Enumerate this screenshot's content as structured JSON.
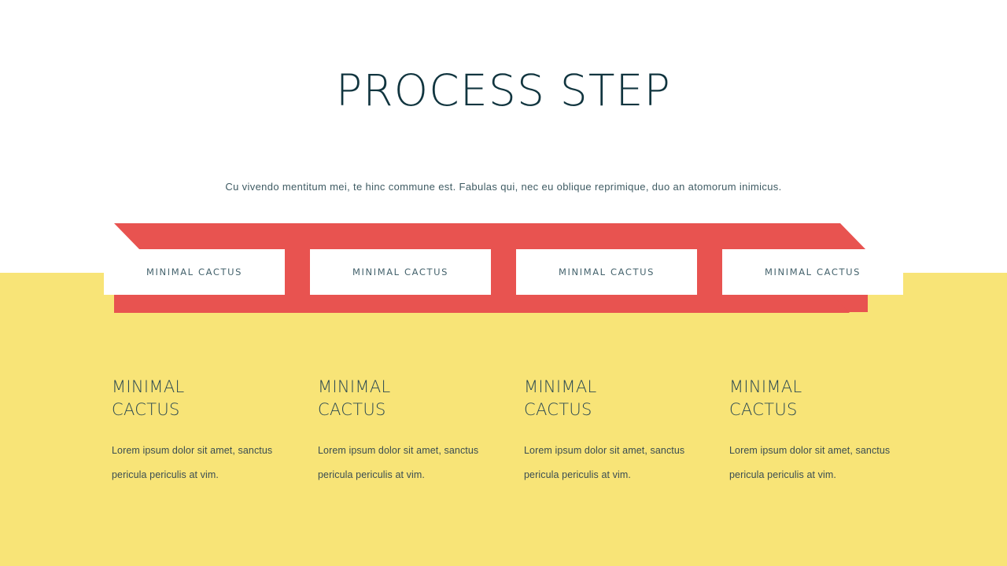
{
  "slide": {
    "title": "PROCESS STEP",
    "subtitle": "Cu vivendo mentitum mei, te hinc commune est. Fabulas qui, nec eu oblique reprimique, duo an atomorum inimicus.",
    "colors": {
      "background": "#FFFFFF",
      "panel_yellow": "#F8E477",
      "ribbon_red": "#E85350",
      "title_teal": "#11353F",
      "body_text": "#3A4D52",
      "card_label": "#45636D"
    }
  },
  "ribbon": {
    "steps": [
      {
        "label": "MINIMAL CACTUS"
      },
      {
        "label": "MINIMAL CACTUS"
      },
      {
        "label": "MINIMAL CACTUS"
      },
      {
        "label": "MINIMAL CACTUS"
      }
    ]
  },
  "columns": [
    {
      "heading": "MINIMAL\nCACTUS",
      "body": "Lorem ipsum dolor sit amet, sanctus pericula periculis at vim."
    },
    {
      "heading": "MINIMAL\nCACTUS",
      "body": "Lorem ipsum dolor sit amet, sanctus pericula periculis at vim."
    },
    {
      "heading": "MINIMAL\nCACTUS",
      "body": "Lorem ipsum dolor sit amet, sanctus pericula periculis at vim."
    },
    {
      "heading": "MINIMAL\nCACTUS",
      "body": "Lorem ipsum dolor sit amet, sanctus pericula periculis at vim."
    }
  ]
}
